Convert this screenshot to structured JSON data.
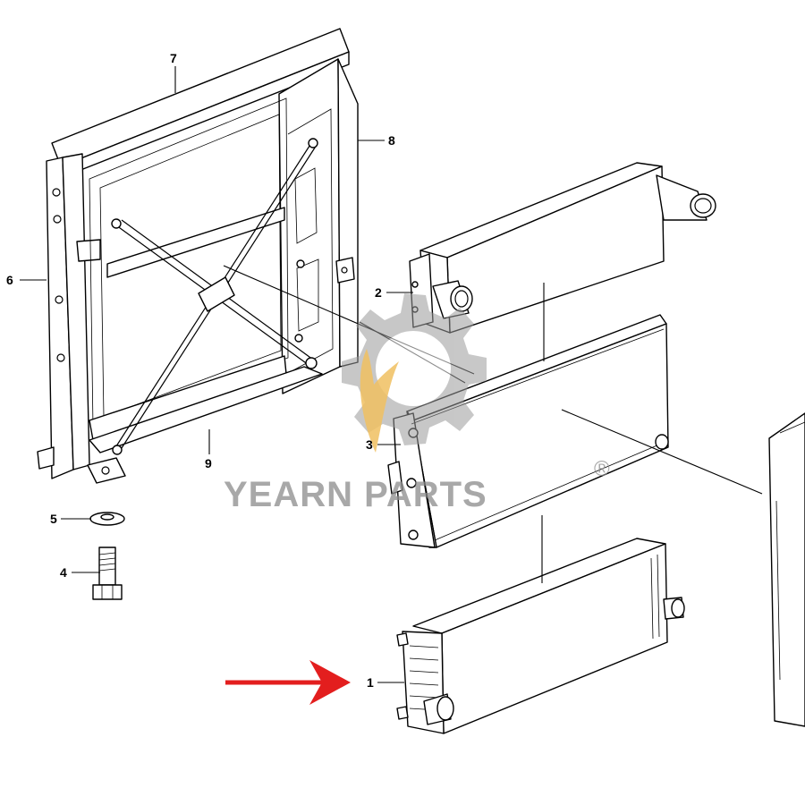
{
  "callouts": [
    {
      "id": "1",
      "text": "1"
    },
    {
      "id": "2",
      "text": "2"
    },
    {
      "id": "3",
      "text": "3"
    },
    {
      "id": "4",
      "text": "4"
    },
    {
      "id": "5",
      "text": "5"
    },
    {
      "id": "6",
      "text": "6"
    },
    {
      "id": "7",
      "text": "7"
    },
    {
      "id": "8",
      "text": "8"
    },
    {
      "id": "9",
      "text": "9"
    }
  ],
  "watermark": {
    "brand": "YEARN PARTS",
    "registered": "®"
  },
  "highlight": {
    "target": "1",
    "arrow_color": "#e31e1e"
  },
  "colors": {
    "watermark_gear": "#9a9a9a",
    "watermark_flame": "#f0c060"
  }
}
